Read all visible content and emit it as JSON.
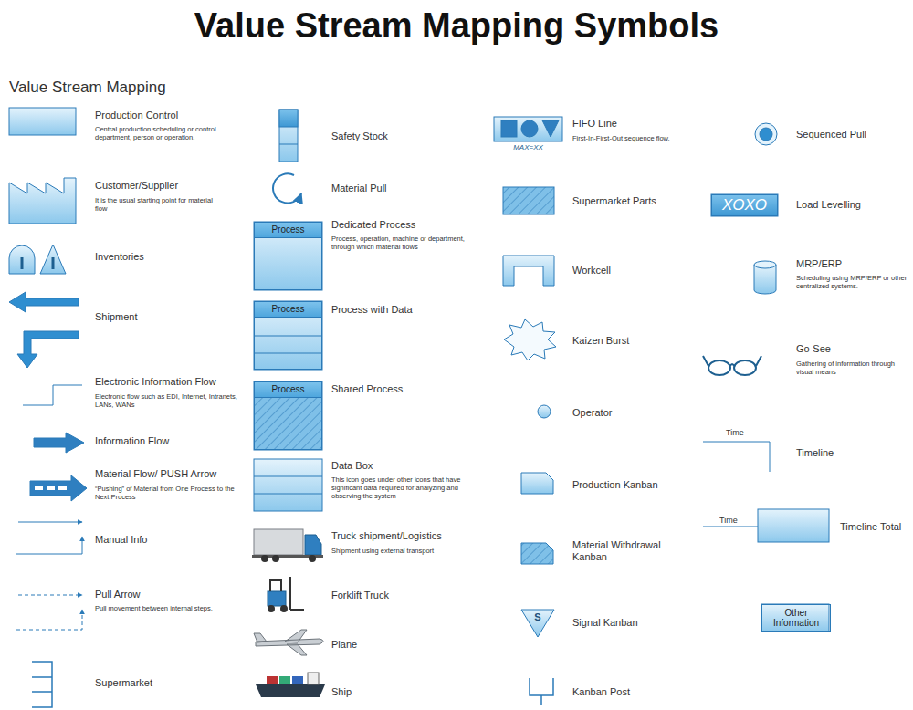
{
  "diagram": {
    "title": "Value Stream Mapping Symbols",
    "nodes": [
      {
        "text": [
          "Process"
        ]
      },
      {
        "text": [
          "Process"
        ]
      },
      {
        "text": [
          "Process"
        ]
      },
      {
        "text": [
          "XOXO"
        ]
      },
      {
        "text": [
          "S"
        ]
      },
      {
        "text": [
          "Other Information"
        ]
      }
    ],
    "labels": [
      "Value Stream Mapping",
      "Production Control",
      "Central production scheduling or control department, person or operation.",
      "Customer/Supplier",
      "It is the usual starting point for material flow",
      "Inventories",
      "Shipment",
      "Electronic Information Flow",
      "Electronic flow such as EDI, Internet, Intranets, LANs, WANs",
      "Information Flow",
      "Material Flow/ PUSH Arrow",
      "“Pushing” of Material from One Process to the Next Process",
      "Manual Info",
      "Pull Arrow",
      "Pull movement between internal steps.",
      "Supermarket",
      "Safety Stock",
      "Material Pull",
      "Dedicated Process",
      "Process, operation, machine or department, through which material flows",
      "Process with Data",
      "Shared Process",
      "Data Box",
      "This icon goes under other icons that have significant data required for analyzing and observing the system",
      "Truck shipment/Logistics",
      "Shipment using external transport",
      "Forklift Truck",
      "Plane",
      "Ship",
      "FIFO Line",
      "First-In-First-Out sequence flow.",
      "MAX=XX",
      "Supermarket Parts",
      "Workcell",
      "Kaizen Burst",
      "Operator",
      "Production Kanban",
      "Material Withdrawal Kanban",
      "Signal Kanban",
      "Kanban Post",
      "Sequenced Pull",
      "Load Levelling",
      "MRP/ERP",
      "Scheduling using MRP/ERP or other centralized systems.",
      "Go-See",
      "Gathering of information through visual means",
      "Timeline",
      "Time",
      "Time",
      "Timeline Total"
    ]
  }
}
